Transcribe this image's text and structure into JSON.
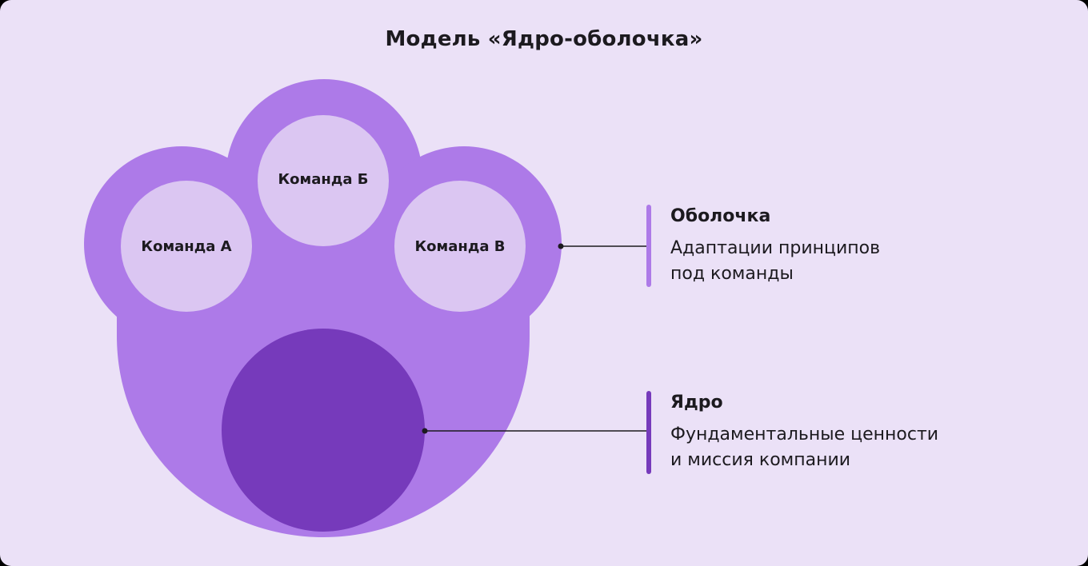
{
  "title": "Модель «Ядро-оболочка»",
  "colors": {
    "background": "#ebe1f7",
    "shell": "#ad7ae8",
    "team_circle": "#dbc6f2",
    "core": "#763abb",
    "text": "#1c1a1f",
    "connector": "#1c1a1f"
  },
  "diagram": {
    "teams": [
      {
        "label": "Команда А"
      },
      {
        "label": "Команда Б"
      },
      {
        "label": "Команда В"
      }
    ]
  },
  "legend": [
    {
      "heading": "Оболочка",
      "description_lines": [
        "Адаптации принципов",
        "под команды"
      ],
      "bar_color": "#ad7ae8"
    },
    {
      "heading": "Ядро",
      "description_lines": [
        "Фундаментальные ценности",
        "и миссия компании"
      ],
      "bar_color": "#763abb"
    }
  ]
}
